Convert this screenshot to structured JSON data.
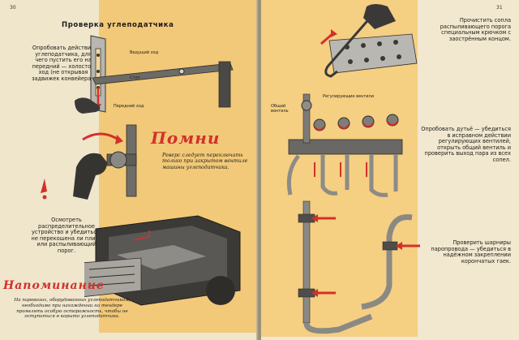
{
  "left_page": {
    "page_number": "30",
    "title": "Проверка углеподатчика",
    "block1_text": "Опробовать действие углеподатчика, для чего пустить его на передний — холостой ход (не открывая задвижек конвейера).",
    "label_forward": "Ведущий ход",
    "label_stop": "Стоп",
    "label_reverse": "Передний ход",
    "remember_heading": "Помни",
    "remember_text": "Реверс следует переключать только при закрытом вентиле машины углеподатчика.",
    "block2_text": "Осмотреть распределительное устройство и убедиться, не перекошена ли плита или распыливающий порог.",
    "reminder_heading": "Напоминание",
    "reminder_text": "На паровозах, оборудованных углеподатчиком, необходимо при нахождении на тендере проявлять особую осторожность, чтобы не оступиться в корыто углеподатчика."
  },
  "right_page": {
    "page_number": "31",
    "block1_text": "Прочистить сопла распыливающего порога специальным крючком с заострённым концом.",
    "label_main_valve": "Общий вентиль",
    "label_reg_valves": "Регулирующие вентили",
    "block2_text": "Опробовать дутьё — убедиться в исправном действии регулирующих вентилей, открыть общий вентиль и проверить выход пара из всех сопел.",
    "block3_text": "Проверить шарниры паропровода — убедиться в надёжном закреплении корончатых гаек."
  },
  "colors": {
    "paper": "#efe6cc",
    "yellow": "#f2c978",
    "accent_red": "#d3302b",
    "metal_dark": "#3b3937"
  },
  "icons": {
    "forward_arrow": "red-curved-arrow-icon",
    "exclamation": "red-exclamation-icon"
  }
}
